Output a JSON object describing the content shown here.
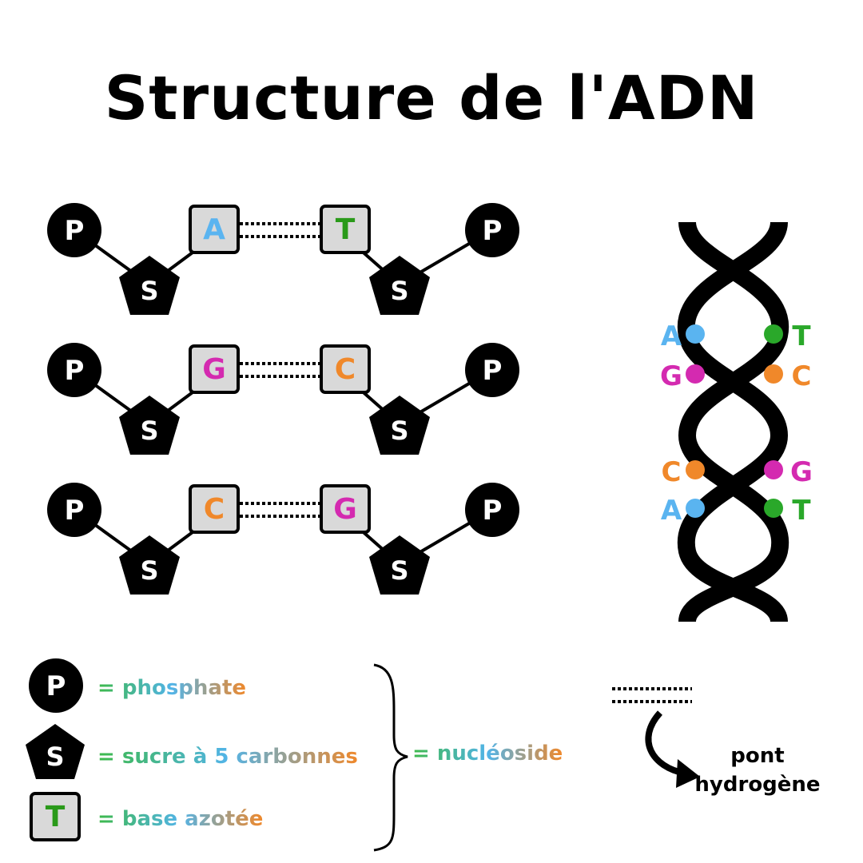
{
  "title": "Structure de l'ADN",
  "pairs": [
    {
      "left_base": "A",
      "right_base": "T",
      "left_color": "#5ab4f0",
      "right_color": "#2a9a1a"
    },
    {
      "left_base": "G",
      "right_base": "C",
      "left_color": "#d42ab0",
      "right_color": "#f0882a"
    },
    {
      "left_base": "C",
      "right_base": "G",
      "left_color": "#f0882a",
      "right_color": "#d42ab0"
    }
  ],
  "phosphate_symbol": "P",
  "sugar_symbol": "S",
  "helix": {
    "rungs": [
      {
        "left": "A",
        "right": "T",
        "left_color": "#5ab4f0",
        "right_color": "#2aa82a"
      },
      {
        "left": "G",
        "right": "C",
        "left_color": "#d42ab0",
        "right_color": "#f0882a"
      },
      {
        "left": "C",
        "right": "G",
        "left_color": "#f0882a",
        "right_color": "#d42ab0"
      },
      {
        "left": "A",
        "right": "T",
        "left_color": "#5ab4f0",
        "right_color": "#2aa82a"
      }
    ]
  },
  "legend": {
    "phosphate_symbol": "P",
    "sugar_symbol": "S",
    "base_symbol": "T",
    "base_symbol_color": "#2a9a1a",
    "phosphate": "= phosphate",
    "sugar": "= sucre à 5 carbonnes",
    "base": "= base azotée",
    "nucleoside": "= nucléoside",
    "hydrogen_bond": "pont hydrogène"
  },
  "colors": {
    "green": "#3db94a",
    "blue": "#5ab4f0",
    "pink": "#d42ab0",
    "orange": "#f0882a",
    "base_box": "#d9d9d9"
  }
}
